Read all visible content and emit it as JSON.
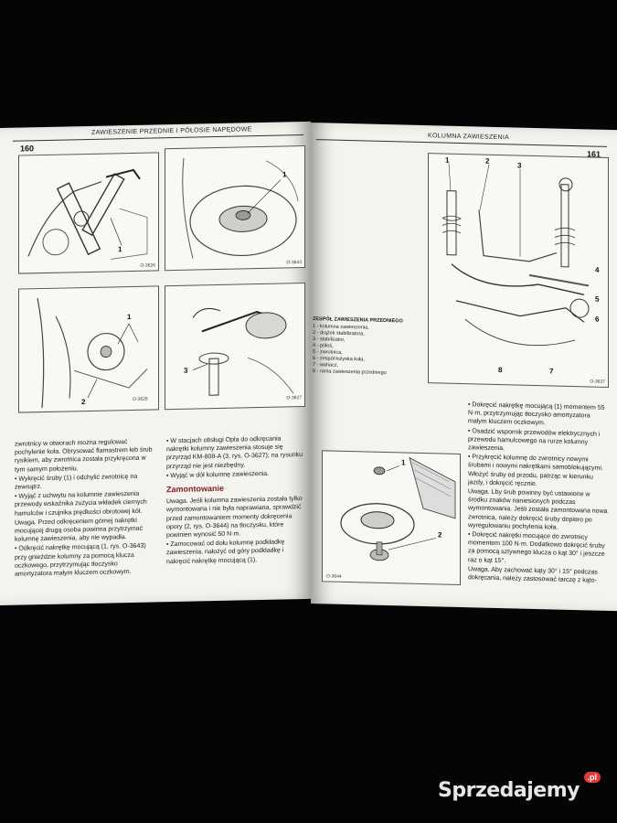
{
  "left_page": {
    "header": "Zawieszenie przednie i półosie napędowe",
    "page_number": "160",
    "figures": [
      {
        "code": "O-3626",
        "callouts": [
          "1"
        ]
      },
      {
        "code": "O-3643",
        "callouts": []
      },
      {
        "code": "O-3625",
        "callouts": [
          "1",
          "2"
        ]
      },
      {
        "code": "O-3627",
        "callouts": [
          "3"
        ]
      }
    ],
    "col1": [
      "zwrotnicy w otworach można regulować pochylenie koła. Obrysować flamastrem łeb śrub rysikiem, aby zwrotnica została przykręcona w tym samym położeniu.",
      "• Wykręcić śruby (1) i odchylić zwrotnicę na zewnątrz.",
      "• Wyjąć z uchwytu na kolumnie zawieszenia przewody wskaźnika zużycia wkładek ciernych hamulców i czujnika prędkości obrotowej kół.",
      "Uwaga. Przed odkręceniem górnej nakrętki mocującej drugą osoba powinna przytrzymać kolumnę zawieszenia, aby nie wypadła.",
      "• Odkręcić nakrętkę mocującą (1, rys. O-3643) przy gnieździe kolumny za pomocą klucza oczkowego, przytrzymując tłoczysko amortyzatora małym kluczem oczkowym."
    ],
    "col2": [
      "• W stacjach obsługi Opla do odkręcania nakrętki kolumny zawieszenia stosuje się przyrząd KM-808-A (3, rys. O-3627); na rysunku przyrząd nie jest niezbędny.",
      "• Wyjąć w dół kolumnę zawieszenia."
    ],
    "subheading": "Zamontowanie",
    "col2_after": [
      "Uwaga. Jeśli kolumna zawieszenia została tylko wymontowana i nie była naprawiana, sprawdzić przed zamontowaniem momenty dokręcenia opory (2, rys. O-3644) na tłoczysku, które powinien wynosić 50 N·m.",
      "• Zamocować od dołu kolumnę podkładkę zawieszenia, nałożyć od góry podkładkę i nakręcić nakrętkę mocującą (1)."
    ]
  },
  "right_page": {
    "header": "Kolumna zawieszenia",
    "page_number": "161",
    "main_figure": {
      "code": "O-3637",
      "callouts": [
        "1",
        "2",
        "3",
        "4",
        "5",
        "6",
        "7",
        "8"
      ]
    },
    "legend_title": "Zespół zawieszenia przedniego",
    "legend_items": [
      "1 - kolumna zawieszenia,",
      "2 - drążek stabilizatora,",
      "3 - stabilizator,",
      "4 - półoś,",
      "5 - zwrotnica,",
      "6 - zespół łożyska koła,",
      "7 - wahacz,",
      "8 - rama zawieszenia przedniego"
    ],
    "small_figure": {
      "code": "O-3644",
      "callouts": [
        "1",
        "2"
      ]
    },
    "text": [
      "• Dokręcić nakrętkę mocującą (1) momentem 55 N·m, przytrzymując tłoczysko amortyzatora małym kluczem oczkowym.",
      "• Osadzić wspornik przewodów elektrycznych i przewodu hamulcowego na rurze kolumny zawieszenia.",
      "• Przykręcić kolumnę do zwrotnicy nowymi śrubami i nowymi nakrętkami samoblokującymi. Włożyć śruby od przodu, patrząc w kierunku jazdy, i dokręcić ręcznie.",
      "Uwaga. Lby śrub powinny być ustawione w środku znaków naniesionych podczas wymontowania. Jeśli została zamontowana nowa zwrotnica, należy dokręcić śruby dopiero po wyregulowaniu pochylenia koła.",
      "• Dokręcić nakrętki mocujące do zwrotnicy momentem 100 N·m. Dodatkowo dokręcić śruby za pomocą sztywnego klucza o kąt 30° i jeszcze raz o kąt 15°.",
      "Uwaga. Aby zachować kąty 30° i 15° podczas dokręcania, należy zastosować tarczę z kąto-"
    ]
  },
  "watermark": {
    "text": "Sprzedajemy",
    "badge": ".pl"
  }
}
